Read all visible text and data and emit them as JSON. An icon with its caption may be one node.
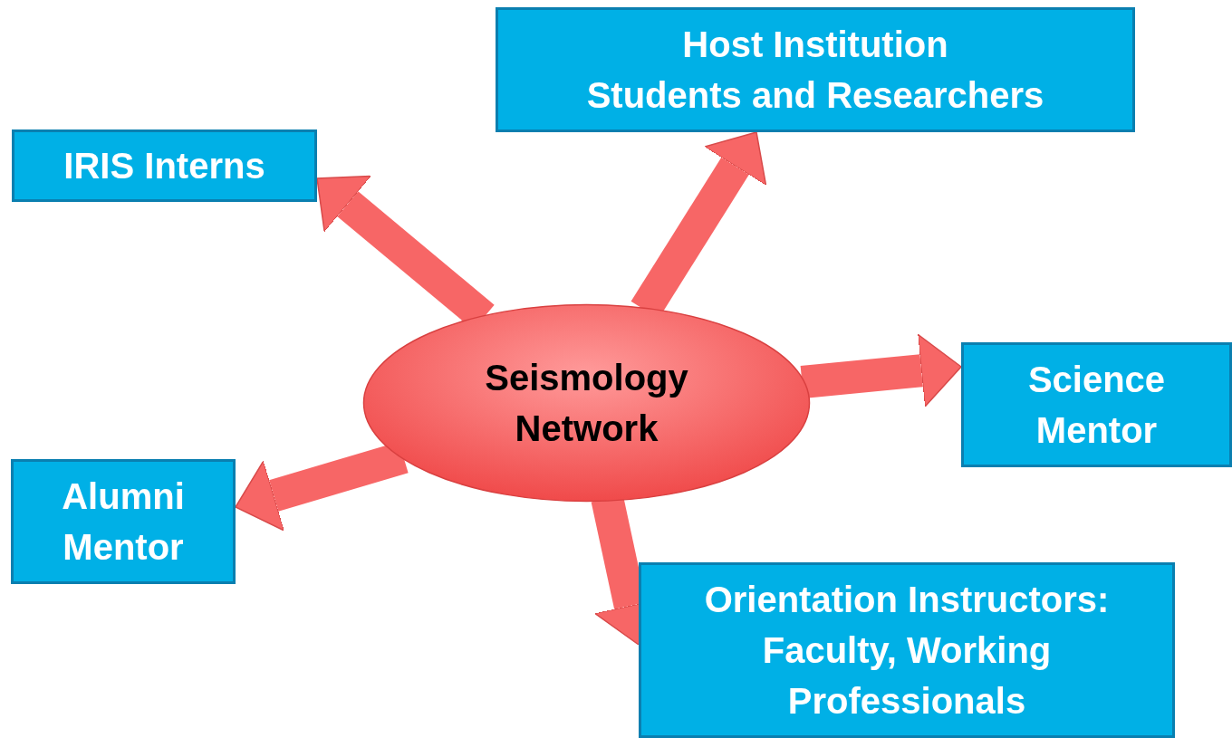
{
  "diagram": {
    "nodes": [
      {
        "text": [
          "Seismology Network"
        ]
      },
      {
        "text": [
          "Host Institution",
          "Students and Researchers"
        ]
      },
      {
        "text": [
          "IRIS Interns"
        ]
      },
      {
        "text": [
          "Science Mentor"
        ]
      },
      {
        "text": [
          "Alumni Mentor"
        ]
      },
      {
        "text": [
          "Orientation Instructors: Faculty, Working Professionals"
        ]
      }
    ],
    "edges": [
      {
        "from": 0,
        "to": 1,
        "arrow": "to"
      },
      {
        "from": 0,
        "to": 2,
        "arrow": "to"
      },
      {
        "from": 0,
        "to": 3,
        "arrow": "to"
      },
      {
        "from": 0,
        "to": 4,
        "arrow": "to"
      },
      {
        "from": 0,
        "to": 5,
        "arrow": "to"
      }
    ]
  }
}
